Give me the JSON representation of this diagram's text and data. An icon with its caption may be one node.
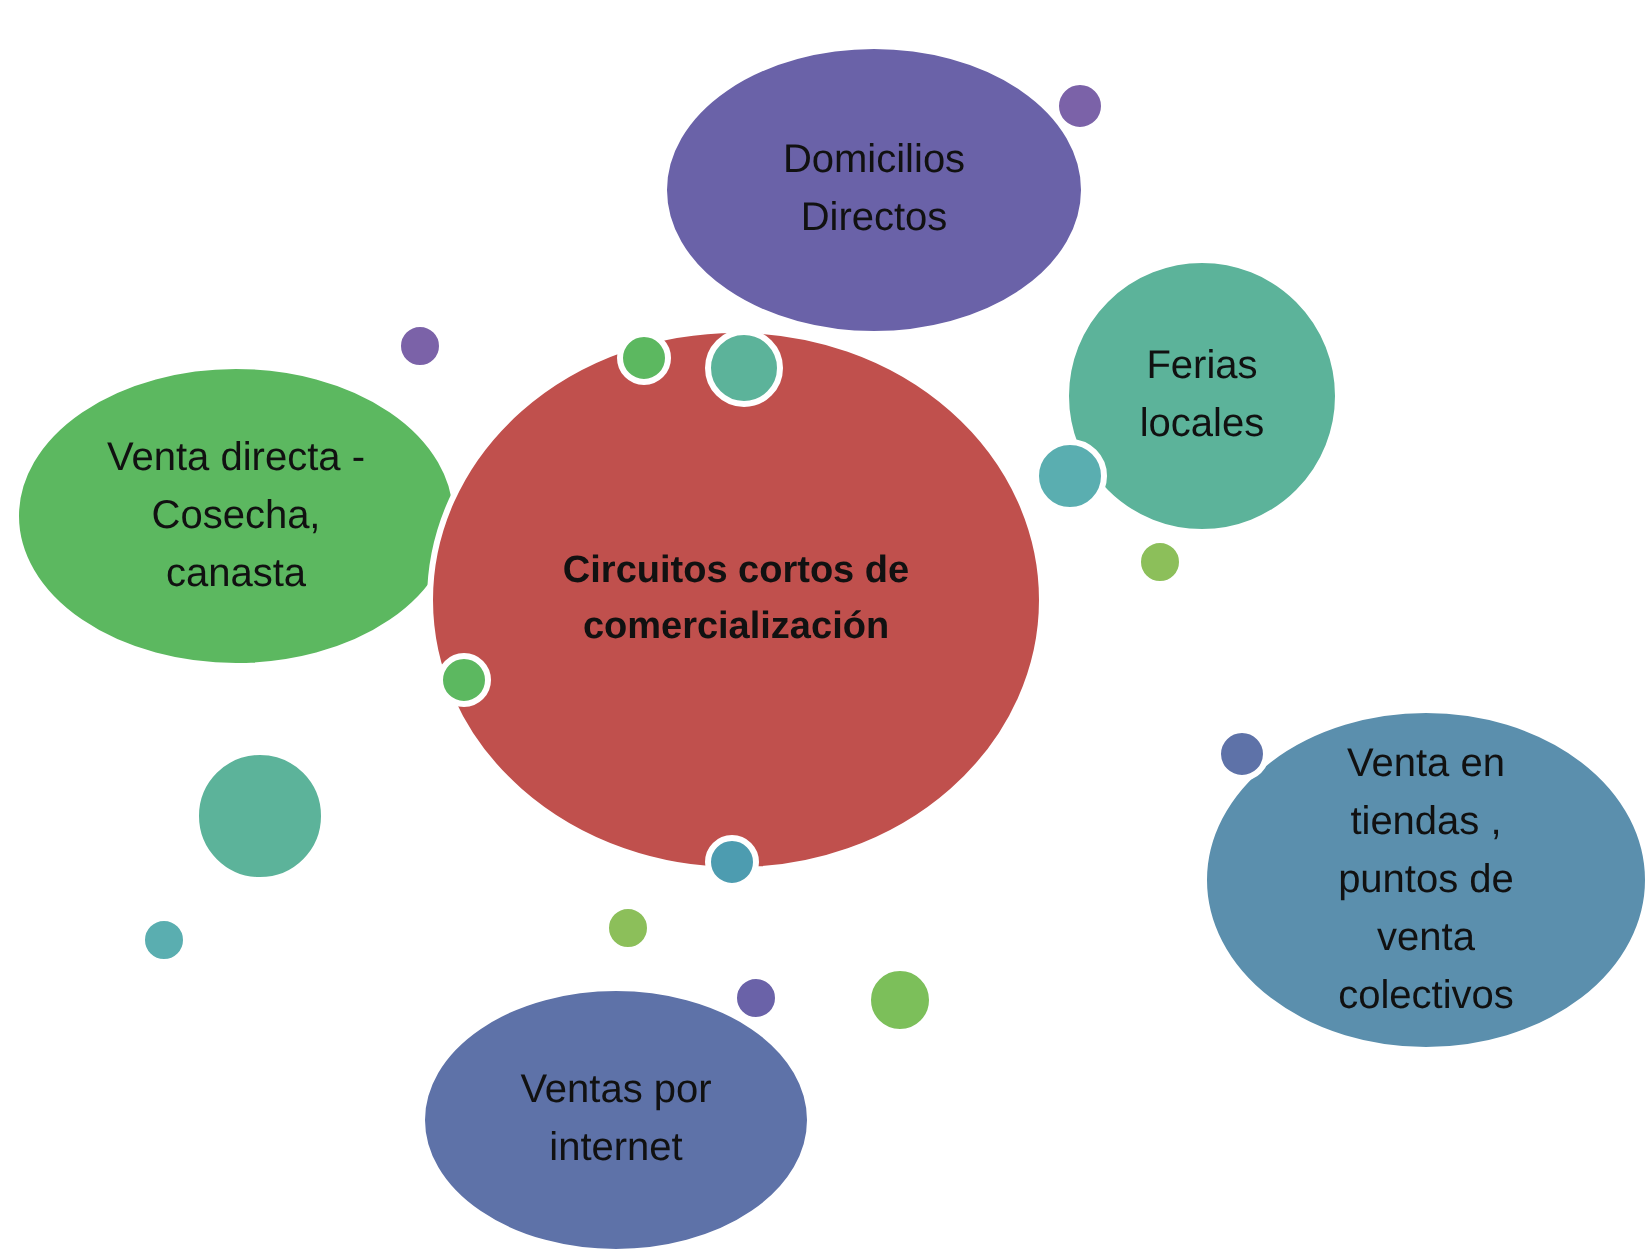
{
  "diagram": {
    "nodes": [
      {
        "text": [
          "Circuitos cortos de comercialización"
        ]
      },
      {
        "text": [
          "Domicilios Directos"
        ]
      },
      {
        "text": [
          "Ferias locales"
        ]
      },
      {
        "text": [
          "Venta directa - Cosecha, canasta"
        ]
      },
      {
        "text": [
          "Venta en tiendas , puntos de venta colectivos"
        ]
      },
      {
        "text": [
          "Ventas por internet"
        ]
      }
    ]
  }
}
